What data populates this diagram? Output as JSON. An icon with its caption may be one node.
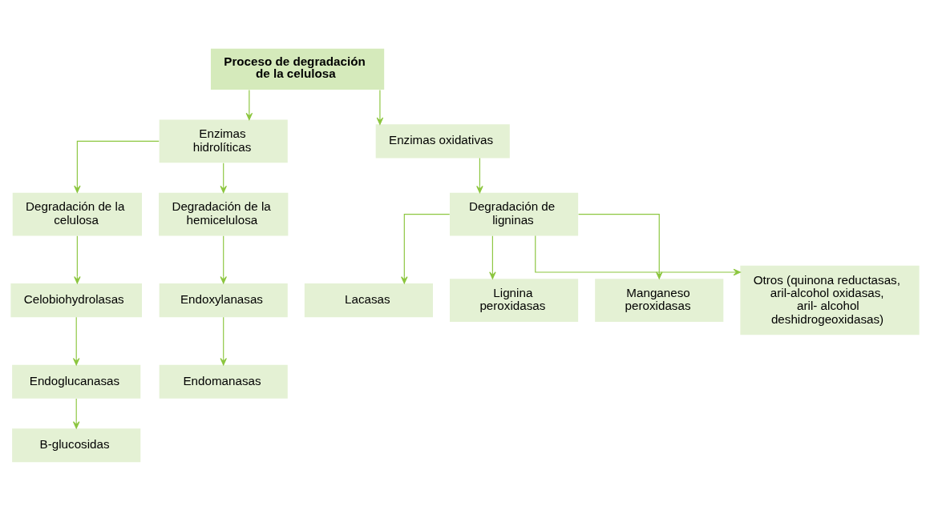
{
  "diagram": {
    "nodes": [
      {
        "text": [
          "Proceso de degradación de la celulosa"
        ]
      },
      {
        "text": [
          "Enzimas hidrolíticas"
        ]
      },
      {
        "text": [
          "Enzimas oxidativas"
        ]
      },
      {
        "text": [
          "Degradación de la celulosa"
        ]
      },
      {
        "text": [
          "Degradación de la hemicelulosa"
        ]
      },
      {
        "text": [
          "Celobiohydrolasas"
        ]
      },
      {
        "text": [
          "Endoglucanasas"
        ]
      },
      {
        "text": [
          "B-glucosidas"
        ]
      },
      {
        "text": [
          "Endoxylanasas"
        ]
      },
      {
        "text": [
          "Endomanasas"
        ]
      },
      {
        "text": [
          "Degradación de ligninas"
        ]
      },
      {
        "text": [
          "Lacasas"
        ]
      },
      {
        "text": [
          "Lignina peroxidasas"
        ]
      },
      {
        "text": [
          "Manganeso peroxidasas"
        ]
      },
      {
        "text": [
          "Otros (quinona reductasas, aril-alcohol oxidasas, aril- alcohol deshidrogeoxidasas)"
        ]
      }
    ],
    "edges": [
      {
        "from": 0,
        "to": 1,
        "arrow": "to"
      },
      {
        "from": 0,
        "to": 2,
        "arrow": "to"
      },
      {
        "from": 1,
        "to": 3,
        "arrow": "to"
      },
      {
        "from": 1,
        "to": 4,
        "arrow": "to"
      },
      {
        "from": 3,
        "to": 5,
        "arrow": "to"
      },
      {
        "from": 5,
        "to": 6,
        "arrow": "to"
      },
      {
        "from": 6,
        "to": 7,
        "arrow": "to"
      },
      {
        "from": 4,
        "to": 8,
        "arrow": "to"
      },
      {
        "from": 8,
        "to": 9,
        "arrow": "to"
      },
      {
        "from": 2,
        "to": 10,
        "arrow": "to"
      },
      {
        "from": 10,
        "to": 11,
        "arrow": "to"
      },
      {
        "from": 10,
        "to": 12,
        "arrow": "to"
      },
      {
        "from": 10,
        "to": 13,
        "arrow": "to"
      },
      {
        "from": 10,
        "to": 14,
        "arrow": "to"
      }
    ]
  }
}
